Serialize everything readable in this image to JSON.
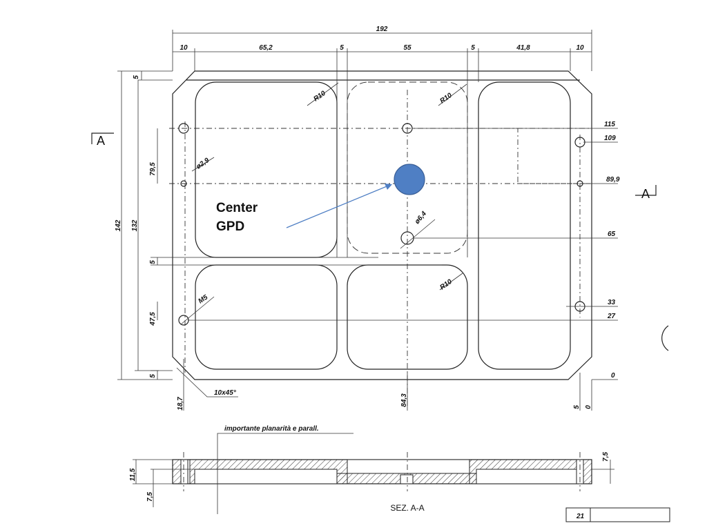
{
  "dimensions": {
    "overall_width": "192",
    "top": [
      "10",
      "65,2",
      "5",
      "55",
      "5",
      "41,8",
      "10"
    ],
    "heights": {
      "top_margin": "5",
      "h79": "79,5",
      "overall": "142",
      "inner": "132",
      "mid_margin": "5",
      "h47": "47,5",
      "bottom_margin": "5"
    },
    "bottom": {
      "left": "18,7",
      "center": "84,3",
      "right_a": "5",
      "right_b": "0"
    },
    "right_levels": [
      "115",
      "109",
      "89,9",
      "65",
      "33",
      "27",
      "0"
    ],
    "radii": {
      "r1": "R10",
      "r2": "R10",
      "r3": "R10"
    },
    "holes": {
      "d1": "ø2,9",
      "d2": "ø6,4",
      "m": "M5"
    },
    "chamfer": "10x45°"
  },
  "section": {
    "marker_left": "A",
    "marker_right": "A",
    "title": "SEZ. A-A",
    "note": "importante planarità e parall.",
    "dim_left_a": "11,5",
    "dim_left_b": "7,5",
    "dim_right": "7,5"
  },
  "callout": {
    "line1": "Center",
    "line2": "GPD",
    "marker_color": "#4f7fc4",
    "arrow_color": "#4f7fc4"
  },
  "title_block": {
    "sheet": "21"
  }
}
